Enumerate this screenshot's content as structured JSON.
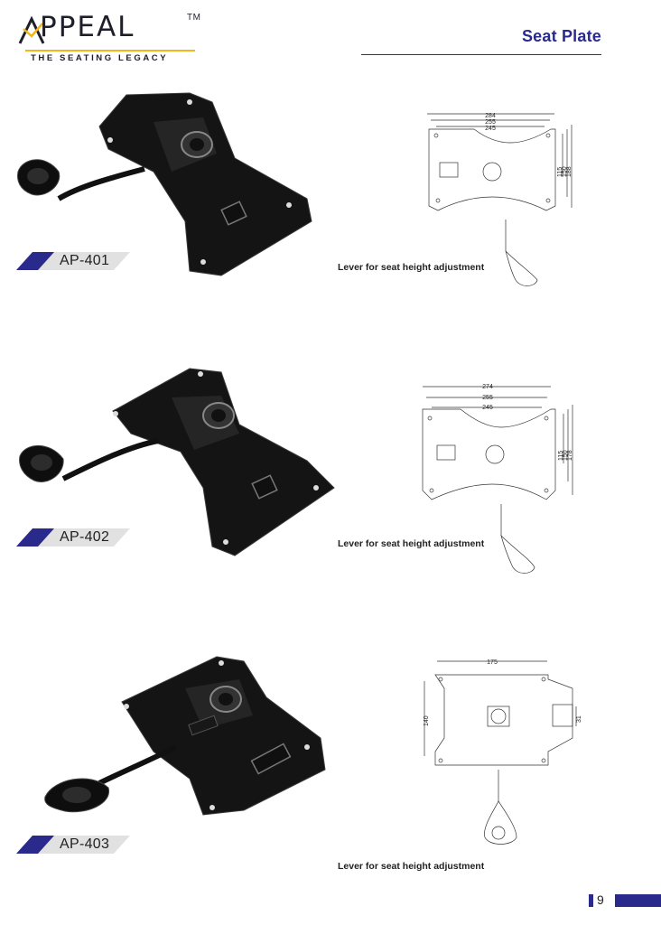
{
  "header": {
    "brand": "APPEAL",
    "brand_rest": "PPEAL",
    "trademark": "TM",
    "tagline": "THE SEATING LEGACY",
    "section_title": "Seat Plate",
    "colors": {
      "accent_navy": "#2a2a8c",
      "logo_gold": "#f2b51c",
      "ink": "#1f1f2b"
    }
  },
  "products": [
    {
      "code": "AP-401",
      "caption": "Lever for seat height adjustment",
      "dimensions": {
        "widths": [
          "284",
          "255",
          "245"
        ],
        "heights": [
          "115",
          "150",
          "188"
        ]
      }
    },
    {
      "code": "AP-402",
      "caption": "Lever for seat height adjustment",
      "dimensions": {
        "widths": [
          "274",
          "255",
          "245"
        ],
        "heights": [
          "115",
          "150",
          "178"
        ]
      }
    },
    {
      "code": "AP-403",
      "caption": "Lever for seat height adjustment",
      "dimensions": {
        "widths": [
          "175"
        ],
        "heights": [
          "140",
          "31"
        ]
      }
    }
  ],
  "footer": {
    "page_number": "9"
  }
}
